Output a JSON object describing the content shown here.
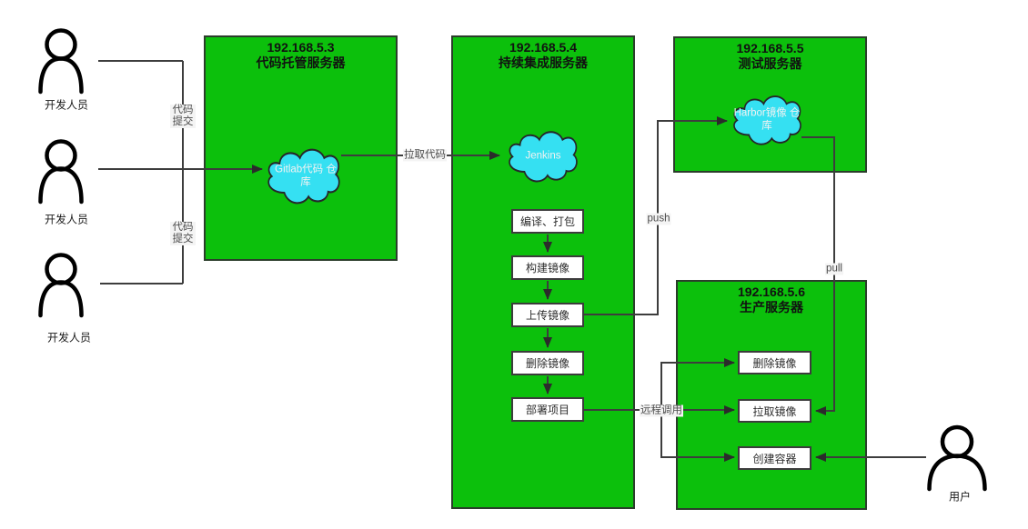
{
  "servers": {
    "code": {
      "ip": "192.168.5.3",
      "name": "代码托管服务器"
    },
    "ci": {
      "ip": "192.168.5.4",
      "name": "持续集成服务器"
    },
    "test": {
      "ip": "192.168.5.5",
      "name": "测试服务器"
    },
    "prod": {
      "ip": "192.168.5.6",
      "name": "生产服务器"
    }
  },
  "clouds": {
    "gitlab": "Gitlab代码 仓库",
    "jenkins": "Jenkins",
    "harbor": "Harbor镜像 仓库"
  },
  "ci_steps": [
    "编译、打包",
    "构建镜像",
    "上传镜像",
    "删除镜像",
    "部署项目"
  ],
  "prod_steps": [
    "删除镜像",
    "拉取镜像",
    "创建容器"
  ],
  "actors": {
    "dev1": "开发人员",
    "dev2": "开发人员",
    "dev3": "开发人员",
    "user": "用户"
  },
  "edge_labels": {
    "commit_1": "代码提交",
    "commit_2": "代码提交",
    "pull_code": "拉取代码",
    "push": "push",
    "pull": "pull",
    "remote_call": "远程调用"
  },
  "colors": {
    "server_green": "#0cc00c",
    "cloud_cyan": "#35e0f2",
    "line_dark": "#3d3d3d"
  }
}
